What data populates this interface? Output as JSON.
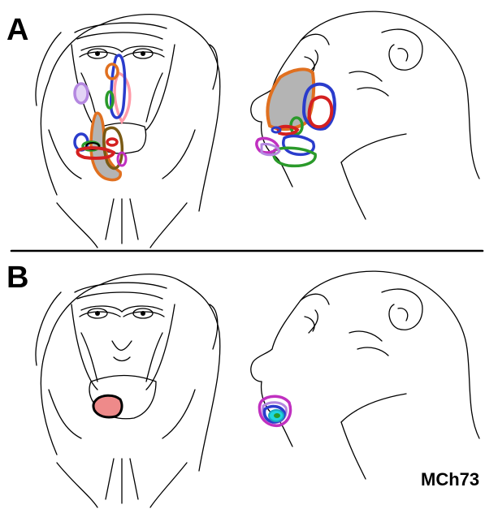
{
  "panels": [
    {
      "label": "A"
    },
    {
      "label": "B"
    }
  ],
  "case_id": "MCh73",
  "colors": {
    "orange": "#e07020",
    "blue": "#2a3ccc",
    "red": "#d42020",
    "green": "#2a9a2a",
    "olive": "#7a5a14",
    "purple": "#b487e0",
    "magenta": "#c030c0",
    "pink": "#ff9aa8",
    "cyan": "#1fd6e0",
    "gray_fill": "#b4b4b4",
    "salmon_fill": "#ee8a8a"
  }
}
